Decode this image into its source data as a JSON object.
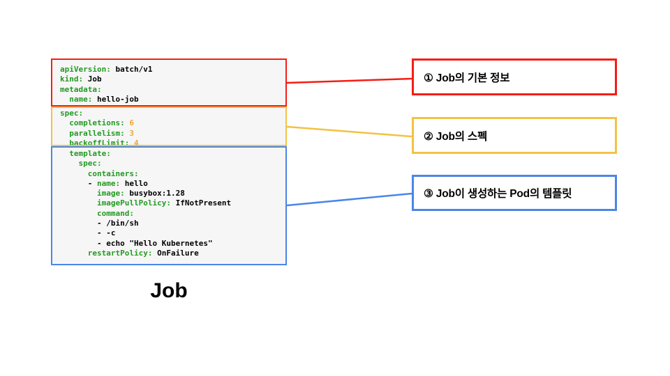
{
  "title": "Job",
  "colors": {
    "red": "#f51d14",
    "yellow": "#f2c242",
    "blue": "#4a86e8",
    "yaml_key_green": "#229a22",
    "yaml_number_orange": "#f2a436",
    "yaml_value_black": "#000000",
    "code_background": "#f6f6f6"
  },
  "yaml": {
    "sections": [
      {
        "id": "basic",
        "color": "red",
        "lines": [
          {
            "indent": 0,
            "segments": [
              {
                "t": "apiVersion:",
                "c": "key"
              },
              {
                "t": " batch/v1",
                "c": "val"
              }
            ]
          },
          {
            "indent": 0,
            "segments": [
              {
                "t": "kind:",
                "c": "key"
              },
              {
                "t": " Job",
                "c": "val"
              }
            ]
          },
          {
            "indent": 0,
            "segments": [
              {
                "t": "metadata:",
                "c": "key"
              }
            ]
          },
          {
            "indent": 2,
            "segments": [
              {
                "t": "name:",
                "c": "key"
              },
              {
                "t": " hello-job",
                "c": "val"
              }
            ]
          }
        ]
      },
      {
        "id": "spec",
        "color": "yellow",
        "lines": [
          {
            "indent": 0,
            "segments": [
              {
                "t": "spec:",
                "c": "key"
              }
            ]
          },
          {
            "indent": 2,
            "segments": [
              {
                "t": "completions:",
                "c": "key"
              },
              {
                "t": " ",
                "c": "val"
              },
              {
                "t": "6",
                "c": "num"
              }
            ]
          },
          {
            "indent": 2,
            "segments": [
              {
                "t": "parallelism:",
                "c": "key"
              },
              {
                "t": " ",
                "c": "val"
              },
              {
                "t": "3",
                "c": "num"
              }
            ]
          },
          {
            "indent": 2,
            "segments": [
              {
                "t": "backoffLimit:",
                "c": "key"
              },
              {
                "t": " ",
                "c": "val"
              },
              {
                "t": "4",
                "c": "num"
              }
            ]
          }
        ]
      },
      {
        "id": "template",
        "color": "blue",
        "lines": [
          {
            "indent": 2,
            "segments": [
              {
                "t": "template:",
                "c": "key"
              }
            ]
          },
          {
            "indent": 4,
            "segments": [
              {
                "t": "spec:",
                "c": "key"
              }
            ]
          },
          {
            "indent": 6,
            "segments": [
              {
                "t": "containers:",
                "c": "key"
              }
            ]
          },
          {
            "indent": 6,
            "segments": [
              {
                "t": "- ",
                "c": "val"
              },
              {
                "t": "name:",
                "c": "key"
              },
              {
                "t": " hello",
                "c": "val"
              }
            ]
          },
          {
            "indent": 8,
            "segments": [
              {
                "t": "image:",
                "c": "key"
              },
              {
                "t": " busybox:1.28",
                "c": "val"
              }
            ]
          },
          {
            "indent": 8,
            "segments": [
              {
                "t": "imagePullPolicy:",
                "c": "key"
              },
              {
                "t": " IfNotPresent",
                "c": "val"
              }
            ]
          },
          {
            "indent": 8,
            "segments": [
              {
                "t": "command:",
                "c": "key"
              }
            ]
          },
          {
            "indent": 8,
            "segments": [
              {
                "t": "- /bin/sh",
                "c": "val"
              }
            ]
          },
          {
            "indent": 8,
            "segments": [
              {
                "t": "- -c",
                "c": "val"
              }
            ]
          },
          {
            "indent": 8,
            "segments": [
              {
                "t": "- echo \"Hello Kubernetes\"",
                "c": "val"
              }
            ]
          },
          {
            "indent": 6,
            "segments": [
              {
                "t": "restartPolicy:",
                "c": "key"
              },
              {
                "t": " OnFailure",
                "c": "val"
              }
            ]
          }
        ]
      }
    ]
  },
  "callouts": [
    {
      "id": "basic",
      "color": "red",
      "text": "① Job의 기본 정보"
    },
    {
      "id": "spec",
      "color": "yellow",
      "text": "② Job의 스펙"
    },
    {
      "id": "template",
      "color": "blue",
      "text": "③ Job이 생성하는 Pod의 템플릿"
    }
  ]
}
